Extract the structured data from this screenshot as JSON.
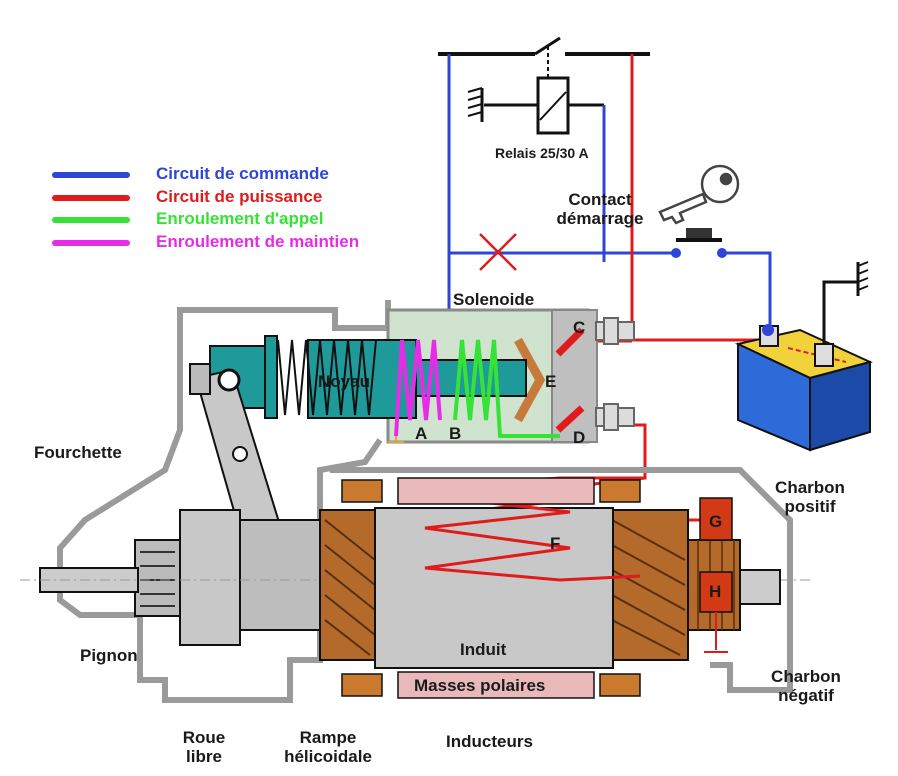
{
  "legend": [
    {
      "label": "Circuit de commande",
      "color": "#2d46d6"
    },
    {
      "label": "Circuit de puissance",
      "color": "#e01b1b"
    },
    {
      "label": "Enroulement d'appel",
      "color": "#37e237"
    },
    {
      "label": "Enroulement de maintien",
      "color": "#e62ce6"
    }
  ],
  "labels": {
    "relais": "Relais 25/30 A",
    "contact_line1": "Contact",
    "contact_line2": "démarrage",
    "solenoide": "Solenoide",
    "noyau": "Noyau",
    "fourchette": "Fourchette",
    "pignon": "Pignon",
    "roue_line1": "Roue",
    "roue_line2": "libre",
    "rampe_line1": "Rampe",
    "rampe_line2": "hélicoidale",
    "inducteurs": "Inducteurs",
    "induit": "Induit",
    "masses_polaires": "Masses polaires",
    "charbon_pos_line1": "Charbon",
    "charbon_pos_line2": "positif",
    "charbon_neg_line1": "Charbon",
    "charbon_neg_line2": "négatif"
  },
  "points": {
    "A": "A",
    "B": "B",
    "C": "C",
    "D": "D",
    "E": "E",
    "F": "F",
    "G": "G",
    "H": "H"
  },
  "colors": {
    "command": "#2d46d6",
    "power": "#e01b1b",
    "pull_in": "#37e237",
    "hold_in": "#e62ce6",
    "housing": "#a0a0a0",
    "solenoid_body": "#cfe3cf",
    "plunger": "#1f9a9a",
    "armature": "#c8c8c8",
    "pole_pieces": "#e9b9b9",
    "battery": "#2e6ad8",
    "brush": "#d23a16"
  }
}
